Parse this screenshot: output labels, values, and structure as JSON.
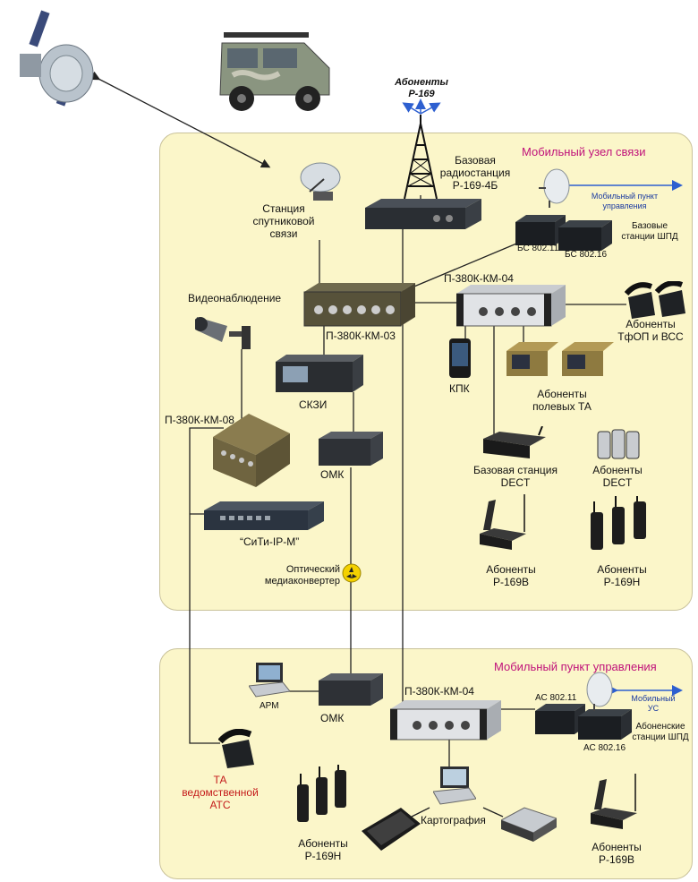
{
  "zones": {
    "mobile_node_title": "Мобильный узел связи",
    "mobile_cp_title": "Мобильный пункт управления"
  },
  "labels": {
    "subscribers_r169_top": [
      "Абоненты",
      "Р-169"
    ],
    "base_radio": [
      "Базовая",
      "радиостанция",
      "Р-169-4Б"
    ],
    "mobile_cp_link": [
      "Мобильный пункт",
      "управления"
    ],
    "base_stations_shpd": [
      "Базовые",
      "станции ШПД"
    ],
    "bs_80211": "БС 802.11",
    "bs_80216": "БС 802.16",
    "satellite_station": [
      "Станция",
      "спутниковой",
      "связи"
    ],
    "video": "Видеонаблюдение",
    "p380_km04_top": "П-380К-КМ-04",
    "p380_km03": "П-380К-КМ-03",
    "subscribers_tfop": [
      "Абоненты",
      "ТфОП и ВСС"
    ],
    "kpk": "КПК",
    "field_ta": [
      "Абоненты",
      "полевых ТА"
    ],
    "skzi": "СКЗИ",
    "p380_km08": "П-380К-КМ-08",
    "omk_top": "ОМК",
    "base_dect": [
      "Базовая станция",
      "DECT"
    ],
    "subscribers_dect": [
      "Абоненты",
      "DECT"
    ],
    "citi": "“СиТи-IP-М”",
    "optical_media": [
      "Оптический",
      "медиаконвертер"
    ],
    "r169v_top": [
      "Абоненты",
      "Р-169В"
    ],
    "r169n_top": [
      "Абоненты",
      "Р-169Н"
    ],
    "arm": "АРМ",
    "omk_bottom": "ОМК",
    "p380_km04_bottom": "П-380К-КМ-04",
    "as_80211": "АС 802.11",
    "as_80216": "АС 802.16",
    "mobile_us": [
      "Мобильный",
      "УС"
    ],
    "subscriber_stations_shpd": [
      "Абоненские",
      "станции ШПД"
    ],
    "ta_department": [
      "ТА",
      "ведомственной",
      "АТС"
    ],
    "cartography": "Картография",
    "r169n_bottom": [
      "Абоненты",
      "Р-169Н"
    ],
    "r169v_bottom": [
      "Абоненты",
      "Р-169В"
    ]
  },
  "colors": {
    "zone_fill": "#fbf6c9",
    "zone_title": "#c0127a",
    "wire": "#222222",
    "arrow_blue": "#2d5fd0",
    "red_label": "#c41a1a"
  },
  "icons": [
    "satellite-icon",
    "vehicle-icon",
    "radio-tower-icon",
    "satellite-dish-icon",
    "dish-antenna-icon",
    "rack-unit-icon",
    "cctv-camera-icon",
    "desk-phone-icon",
    "pda-icon",
    "field-phone-icon",
    "dect-base-icon",
    "dect-handset-icon",
    "network-switch-icon",
    "media-converter-icon",
    "portable-radio-icon",
    "vehicle-radio-icon",
    "laptop-icon",
    "tablet-icon",
    "scanner-icon"
  ]
}
